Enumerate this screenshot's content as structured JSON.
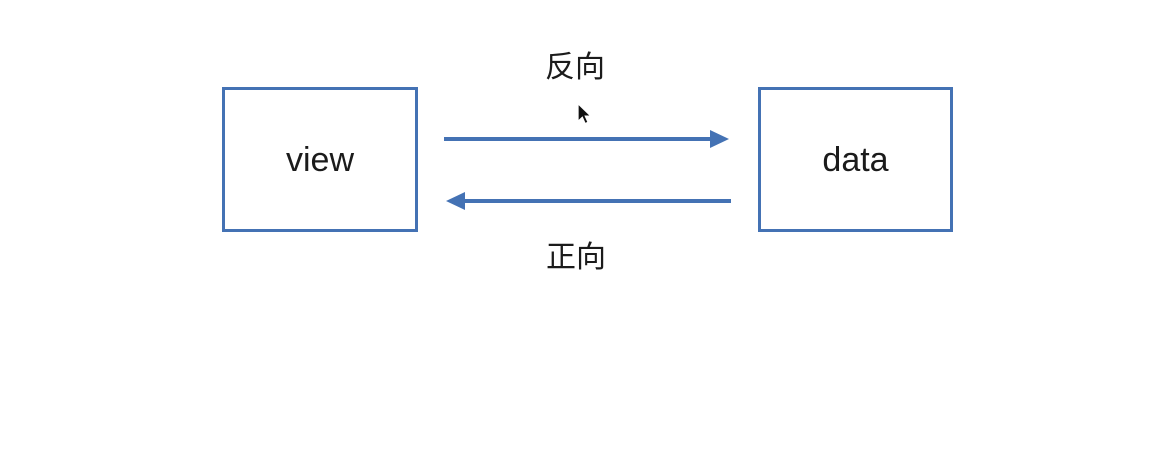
{
  "diagram": {
    "nodes": [
      {
        "id": "view",
        "label": "view"
      },
      {
        "id": "data",
        "label": "data"
      }
    ],
    "edges": [
      {
        "from": "view",
        "to": "data",
        "direction": "right",
        "label": "反向"
      },
      {
        "from": "data",
        "to": "view",
        "direction": "left",
        "label": "正向"
      }
    ],
    "colors": {
      "accent": "#4472b4",
      "text": "#1b1b1b",
      "background": "#ffffff"
    },
    "cursor": {
      "icon": "mouse-pointer-icon"
    }
  }
}
